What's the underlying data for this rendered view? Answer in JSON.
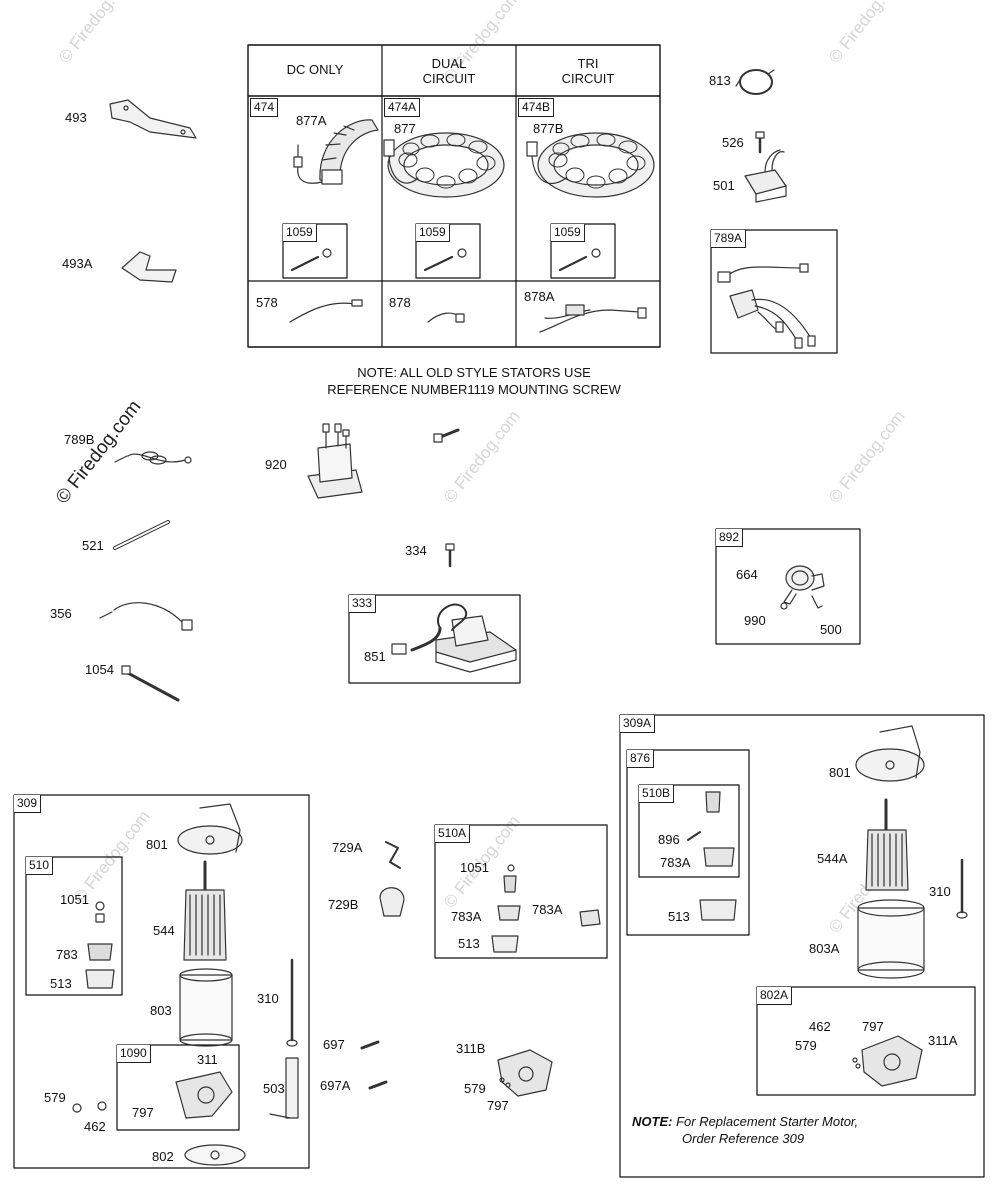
{
  "watermark": "© Firedog.com",
  "stator_table": {
    "headers": [
      "DC ONLY",
      "DUAL\nCIRCUIT",
      "TRI\nCIRCUIT"
    ],
    "groups": [
      "474",
      "474A",
      "474B"
    ],
    "parts": [
      "877A",
      "877",
      "877B"
    ],
    "sub_group": "1059",
    "leads": [
      "578",
      "878",
      "878A"
    ]
  },
  "note_stators": {
    "line1": "NOTE: ALL OLD STYLE STATORS USE",
    "line2": "REFERENCE NUMBER1119 MOUNTING SCREW"
  },
  "labels": {
    "p493": "493",
    "p493a": "493A",
    "p789b": "789B",
    "p521": "521",
    "p356": "356",
    "p1054": "1054",
    "p920": "920",
    "p334": "334",
    "p851": "851",
    "p813": "813",
    "p526": "526",
    "p501": "501",
    "p664": "664",
    "p990": "990",
    "p500": "500",
    "p801a": "801",
    "p1051a": "1051",
    "p783a": "783",
    "p513a": "513",
    "p544": "544",
    "p803": "803",
    "p310a": "310",
    "p311": "311",
    "p797a": "797",
    "p579a": "579",
    "p462a": "462",
    "p802": "802",
    "p503": "503",
    "p729a": "729A",
    "p729b": "729B",
    "p697": "697",
    "p697a": "697A",
    "p1051b": "1051",
    "p783a_1": "783A",
    "p783a_2": "783A",
    "p513b": "513",
    "p311b": "311B",
    "p579b": "579",
    "p797b": "797",
    "p801b": "801",
    "p896": "896",
    "p783a_3": "783A",
    "p513c": "513",
    "p544a": "544A",
    "p803a": "803A",
    "p310b": "310",
    "p462b": "462",
    "p797c": "797",
    "p579c": "579",
    "p311a": "311A"
  },
  "groups": {
    "g789a": "789A",
    "g892": "892",
    "g333": "333",
    "g309": "309",
    "g510": "510",
    "g1090": "1090",
    "g510a": "510A",
    "g309a": "309A",
    "g876": "876",
    "g510b": "510B",
    "g802a": "802A"
  },
  "bottom_note": {
    "prefix": "NOTE:",
    "line1": "For Replacement Starter Motor,",
    "line2": "Order Reference 309"
  }
}
